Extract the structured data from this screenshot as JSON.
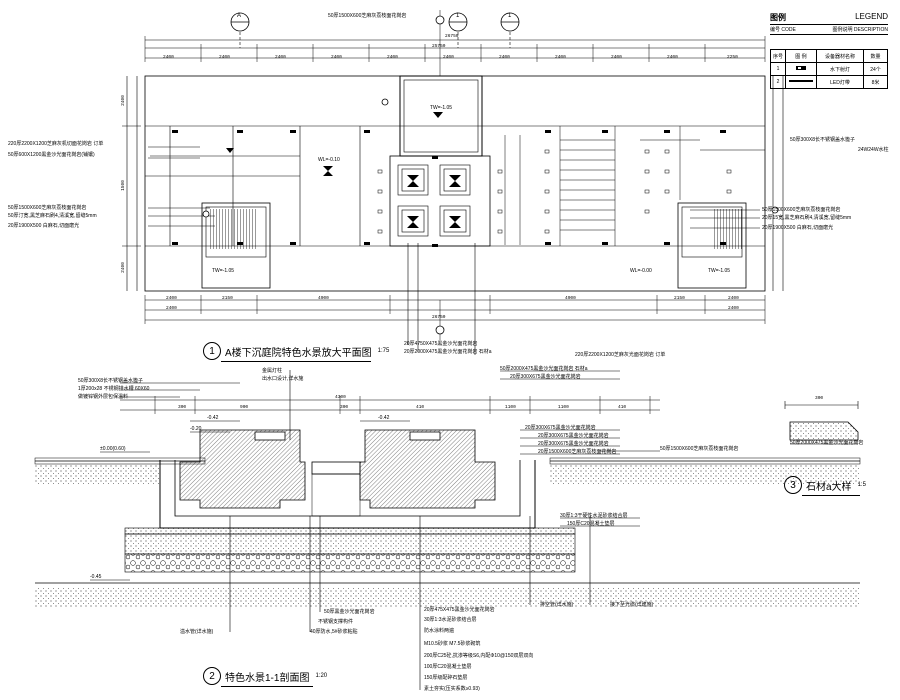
{
  "legend": {
    "title_cn": "图例",
    "title_en": "LEGEND",
    "code_label": "编号 CODE",
    "desc_label": "图例说明 DESCRIPTION",
    "headers": [
      "序号",
      "图 例",
      "设备器材名称",
      "数量"
    ],
    "rows": [
      {
        "no": "1",
        "name": "水下射灯",
        "qty": "24个"
      },
      {
        "no": "2",
        "name": "LED灯带",
        "qty": "8米"
      }
    ]
  },
  "titles": {
    "plan": {
      "num": "1",
      "text": "A楼下沉庭院特色水景放大平面图",
      "scale": "1:75"
    },
    "section": {
      "num": "2",
      "text": "特色水景1-1剖面图",
      "scale": "1:20"
    },
    "detail": {
      "num": "3",
      "text": "石材a大样",
      "scale": "1:5"
    }
  },
  "plan": {
    "top_dims": [
      "2400",
      "2400",
      "2400",
      "2400",
      "2400",
      "2400",
      "2400",
      "2400",
      "2400",
      "2400",
      "2250"
    ],
    "total_dims": [
      "25750",
      "26750"
    ],
    "bottom_dims": [
      "2400",
      "2150",
      "4900",
      "4900",
      "2150",
      "2400"
    ],
    "left_dims": [
      "2400",
      "1500",
      "2400"
    ],
    "labels": {
      "top_note": "50厚1500X600芝麻灰荔枝面花岗岩",
      "lt1": "220厚2200X1200芝麻灰机切面花岗岩 订单",
      "lt2": "50厚600X1200黑金沙光面花岗岩(铺镶)",
      "lt3": "50厚1500X600芝麻灰荔枝面花岗岩",
      "lt4": "50厚汀宽,黑芝麻石刷4,清溪宽,留缝5mm",
      "lt5": "20厚1900X500 白麻石,切面磨光",
      "rt1": "50厚300X8长不锈钢盖水篦子",
      "rt2": "24W24W水柱",
      "rt3": "50厚1500X600芝麻灰荔枝面花岗岩",
      "rt4": "20厚15宽,黑芝麻石刷4,清溪宽,留缝5mm",
      "rt5": "20厚1900X500 白麻石,切面磨光",
      "b1": "20厚4750X475黑金沙光面花岗岩",
      "b2": "20厚2000X475黑金沙光面花岗岩 石材a",
      "b3": "220厚2200X1200芝麻灰光面花岗岩 订单",
      "tw1": "TW=-1.05",
      "tw2": "TW=-1.05",
      "tw3": "TW=-1.05",
      "wl1": "WL=-0.10",
      "wl2": "WL=-0.00",
      "axis1": "A",
      "axis2": "1",
      "axis3": "1"
    }
  },
  "section": {
    "dims_top": [
      "300",
      "4300",
      "300",
      "900",
      "410",
      "1100",
      "1100",
      "410"
    ],
    "labels": {
      "tl1": "50厚300X8长不锈钢盖水篦子",
      "tl2": "1厚200x28 不锈钢排水槽 60X60",
      "tl3": "做镀锌钢外层包保温料",
      "ml1": "金属灯柱",
      "ml2": "出水口设计,详水施",
      "tr1": "50厚2000X475黑金沙光面花岗岩 石材a",
      "tr2": "20厚300X675黑金沙光面花岗岩",
      "tr3": "20厚300X675黑金沙光面花岗岩",
      "tr4": "20厚300X675黑金沙光面花岗岩",
      "tr5": "20厚300X675黑金沙光面花岗岩",
      "tr6": "20厚1500X600芝麻灰荔枝面花岗岩",
      "tr7": "50厚1500X600芝麻灰荔枝面花岗岩",
      "tr8": "30厚1:3干硬性水泥砂浆结合层",
      "tr9": "150厚C20混凝土垫层",
      "lv1": "±0.00(0.60)",
      "lv2": "-0.45",
      "lv3": "-0.20",
      "lv4": "-0.42",
      "lv5": "-0.42",
      "b1": "50厚黑金沙光面花岗岩",
      "b2": "不锈钢支撑构件",
      "b3": "40厚防水,5#砂浆粘贴",
      "b4": "溢水管(详水施)",
      "b5": "20厚475X475黑金沙光面花岗岩",
      "b6": "30厚1:3水泥砂浆结合层",
      "b7": "防水涂料两遍",
      "b8": "M10.5砂浆 M7.5砂浆砌筑",
      "b9": "200厚C25砼,抗渗等级S6,内配Φ10@150双层双向",
      "b10": "100厚C20混凝土垫层",
      "b11": "150厚级配碎石垫层",
      "b12": "素土夯实(压实系数≥0.93)",
      "b13": "排空管(详水施)",
      "b14": "接下至光缆(详建施)"
    }
  },
  "detail": {
    "dim_top": "300",
    "label": "50厚2000X475黑金沙光面花岗岩"
  }
}
